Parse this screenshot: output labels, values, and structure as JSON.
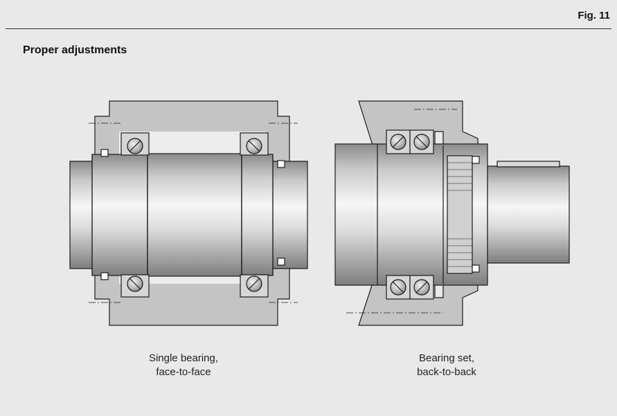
{
  "figure": {
    "number_label": "Fig. 11",
    "title": "Proper adjustments"
  },
  "diagrams": [
    {
      "name": "left",
      "caption_line1": "Single bearing,",
      "caption_line2": "face-to-face"
    },
    {
      "name": "right",
      "caption_line1": "Bearing set,",
      "caption_line2": "back-to-back"
    }
  ],
  "colors": {
    "background": "#e9e9e9",
    "housing": "#bfbfbf",
    "shaft_light": "#f4f4f4",
    "shaft_dark": "#8c8c8c",
    "outline": "#1a1a1a"
  }
}
